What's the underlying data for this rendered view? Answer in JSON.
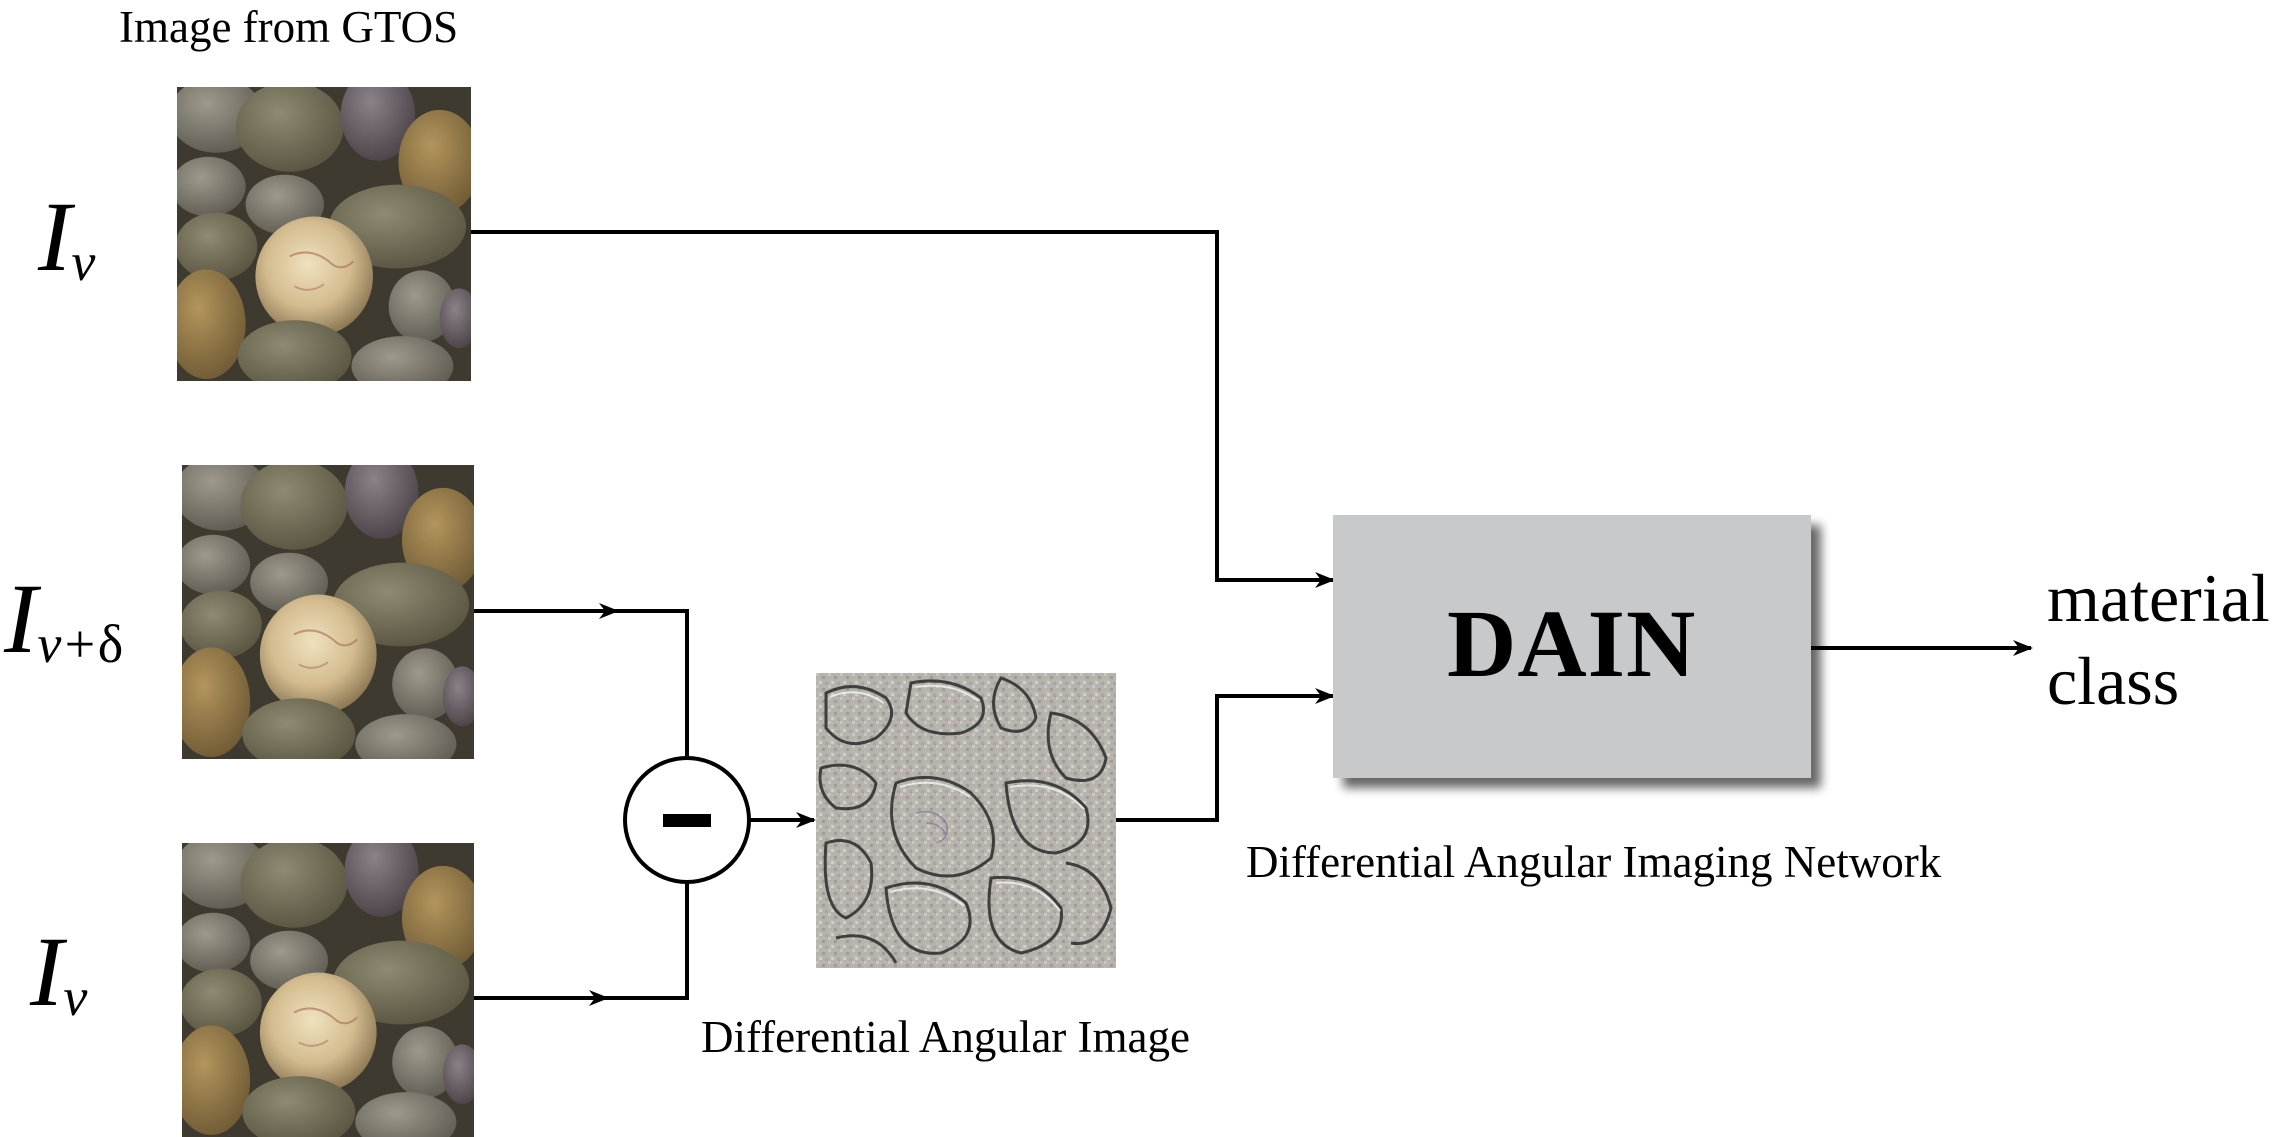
{
  "captions": {
    "source": "Image from GTOS",
    "differential_image": "Differential Angular Image",
    "network": "Differential Angular Imaging Network"
  },
  "inputs": {
    "top": {
      "base": "I",
      "sub": "v"
    },
    "middle": {
      "base": "I",
      "sub_v": "v+",
      "sub_delta": "δ"
    },
    "bottom": {
      "base": "I",
      "sub": "v"
    }
  },
  "operator": {
    "symbol": "−",
    "meaning": "subtract"
  },
  "network_box": {
    "label": "DAIN",
    "fill": "#c8c9cb"
  },
  "output": {
    "line1": "material",
    "line2": "class"
  },
  "colors": {
    "stroke": "#000000",
    "background": "#ffffff"
  },
  "icons": {
    "pebble_photo": "pebble-texture-image",
    "differential_texture": "edge-map-image"
  }
}
